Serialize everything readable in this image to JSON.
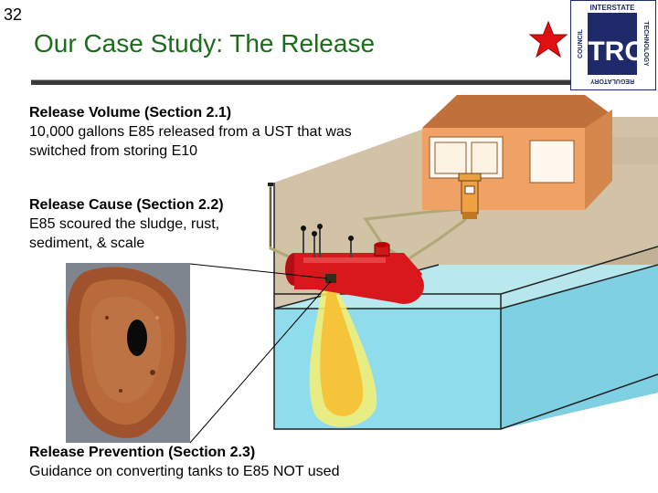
{
  "slide": {
    "number": "32",
    "title": "Our Case Study: The Release"
  },
  "blocks": {
    "volume": {
      "heading": "Release Volume (Section 2.1)",
      "text": "10,000 gallons E85 released from a UST that was switched from storing E10"
    },
    "cause": {
      "heading": "Release Cause (Section 2.2)",
      "text": "E85 scoured the sludge, rust, sediment, & scale"
    },
    "prevention": {
      "heading": "Release Prevention (Section 2.3)",
      "text": "Guidance on converting tanks to E85 NOT used"
    }
  },
  "logo": {
    "letters": "ITRC",
    "left_text": "COUNCIL",
    "top_text": "INTERSTATE",
    "right_text": "TECHNOLOGY",
    "bottom_text": "REGULATORY"
  },
  "colors": {
    "title": "#1d6b1d",
    "accent_star": "#e01010",
    "logo_navy": "#1f2a6b",
    "ground": "#c8b9a0",
    "water": "#8fe0f0",
    "tank": "#d8181c",
    "plume": "#f2e040",
    "building": "#e8a060"
  },
  "icons": {
    "star": "star-icon",
    "logo": "itrc-logo"
  }
}
